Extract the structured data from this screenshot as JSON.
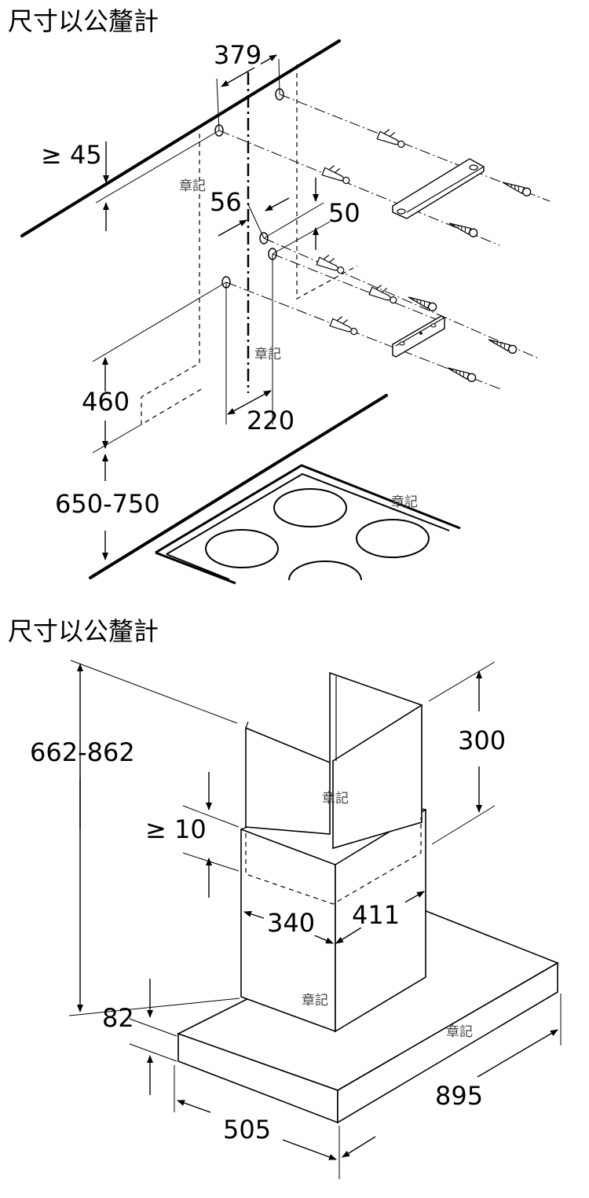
{
  "diagram1": {
    "title": "尺寸以公釐計",
    "dims": {
      "d379": "379",
      "d45": "≥ 45",
      "d56": "56",
      "d50": "50",
      "d460": "460",
      "d220": "220",
      "d650": "650-750"
    },
    "marks": [
      "章記",
      "章記",
      "章記"
    ]
  },
  "diagram2": {
    "title": "尺寸以公釐計",
    "dims": {
      "d662": "662-862",
      "d300": "300",
      "d10": "≥ 10",
      "d340": "340",
      "d411": "411",
      "d82": "82",
      "d505": "505",
      "d895": "895"
    },
    "marks": [
      "章記",
      "章記",
      "章記"
    ]
  }
}
